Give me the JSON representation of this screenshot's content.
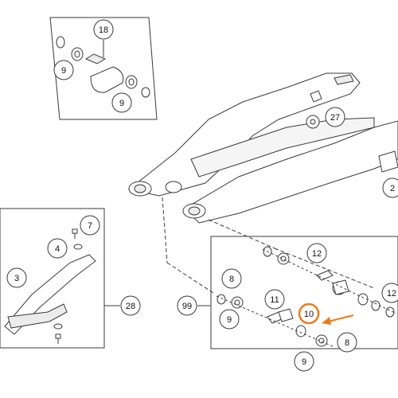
{
  "diagram": {
    "colors": {
      "line": "#3a3a3a",
      "part_fill": "#ffffff",
      "shade": "#ececec",
      "highlight": "#f07a1a"
    },
    "callouts": [
      {
        "id": "c18",
        "label": "18"
      },
      {
        "id": "c9-top-a",
        "label": "9"
      },
      {
        "id": "c9-top-b",
        "label": "9"
      },
      {
        "id": "c27",
        "label": "27"
      },
      {
        "id": "c2",
        "label": "2"
      },
      {
        "id": "c7",
        "label": "7"
      },
      {
        "id": "c4",
        "label": "4"
      },
      {
        "id": "c3",
        "label": "3"
      },
      {
        "id": "c28",
        "label": "28"
      },
      {
        "id": "c99",
        "label": "99"
      },
      {
        "id": "c12a",
        "label": "12"
      },
      {
        "id": "c12b",
        "label": "12"
      },
      {
        "id": "c8a",
        "label": "8"
      },
      {
        "id": "c11",
        "label": "11"
      },
      {
        "id": "c9-bot",
        "label": "9"
      },
      {
        "id": "c10",
        "label": "10",
        "highlighted": true
      },
      {
        "id": "c8b",
        "label": "8"
      },
      {
        "id": "c9-bot-b",
        "label": "9"
      }
    ]
  }
}
